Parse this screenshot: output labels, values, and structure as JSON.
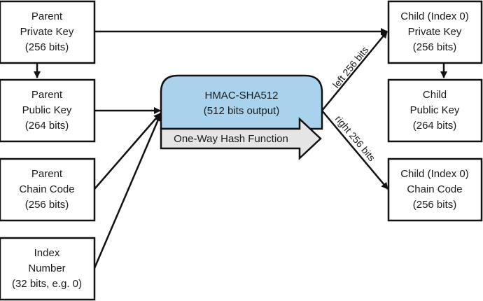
{
  "boxes": {
    "parent_private_key": {
      "line1": "Parent",
      "line2": "Private Key",
      "line3": "(256 bits)"
    },
    "parent_public_key": {
      "line1": "Parent",
      "line2": "Public Key",
      "line3": "(264 bits)"
    },
    "parent_chain_code": {
      "line1": "Parent",
      "line2": "Chain Code",
      "line3": "(256 bits)"
    },
    "index_number": {
      "line1": "Index",
      "line2": "Number",
      "line3": "(32 bits, e.g. 0)"
    },
    "child_private_key": {
      "line1": "Child (Index 0)",
      "line2": "Private Key",
      "line3": "(256 bits)"
    },
    "child_public_key": {
      "line1": "Child",
      "line2": "Public Key",
      "line3": "(264 bits)"
    },
    "child_chain_code": {
      "line1": "Child (Index 0)",
      "line2": "Chain Code",
      "line3": "(256 bits)"
    }
  },
  "hmac": {
    "line1": "HMAC-SHA512",
    "line2": "(512 bits output)"
  },
  "hash_arrow": {
    "label": "One-Way Hash Function"
  },
  "edges": {
    "left_label": "left 256 bits",
    "right_label": "right 256 bits"
  },
  "colors": {
    "hmac_fill": "#a9d2ec",
    "arrow_fill": "#e5e5e5",
    "stroke": "#111111"
  }
}
